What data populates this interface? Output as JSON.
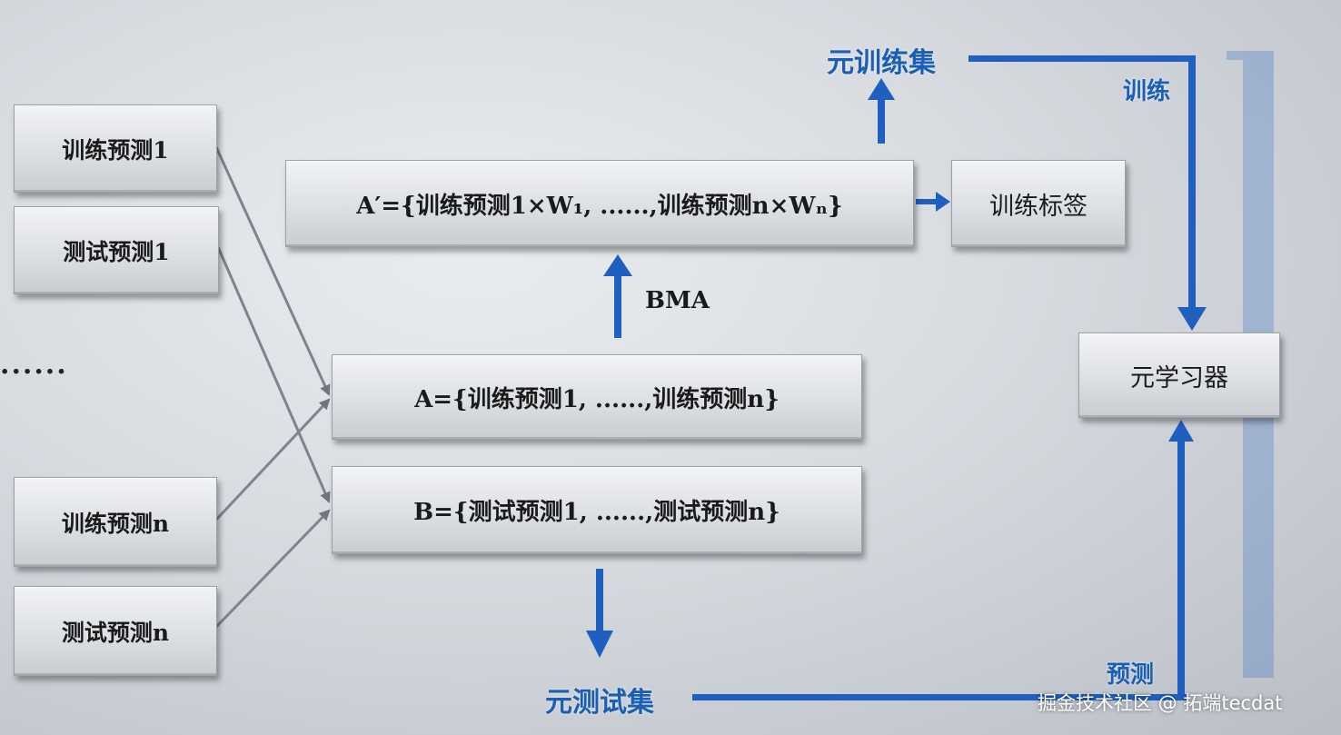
{
  "left_boxes": {
    "train_pred_1": "训练预测1",
    "test_pred_1": "测试预测1",
    "ellipsis": "......",
    "train_pred_n": "训练预测n",
    "test_pred_n": "测试预测n"
  },
  "center": {
    "weighted_set": "A′={训练预测1×W₁, ......,训练预测n×Wₙ}",
    "bma_label": "BMA",
    "set_a": "A={训练预测1, ......,训练预测n}",
    "set_b": "B={测试预测1, ......,测试预测n}"
  },
  "right": {
    "train_labels": "训练标签",
    "meta_learner": "元学习器"
  },
  "flow_labels": {
    "meta_train_set": "元训练集",
    "meta_test_set": "元测试集",
    "train_edge": "训练",
    "predict_edge": "预测"
  },
  "watermark": "掘金技术社区 @ 拓端tecdat",
  "colors": {
    "flow_blue": "#1f5fbf",
    "label_blue": "#1a5fb4",
    "connector_gray": "#7d848c"
  }
}
